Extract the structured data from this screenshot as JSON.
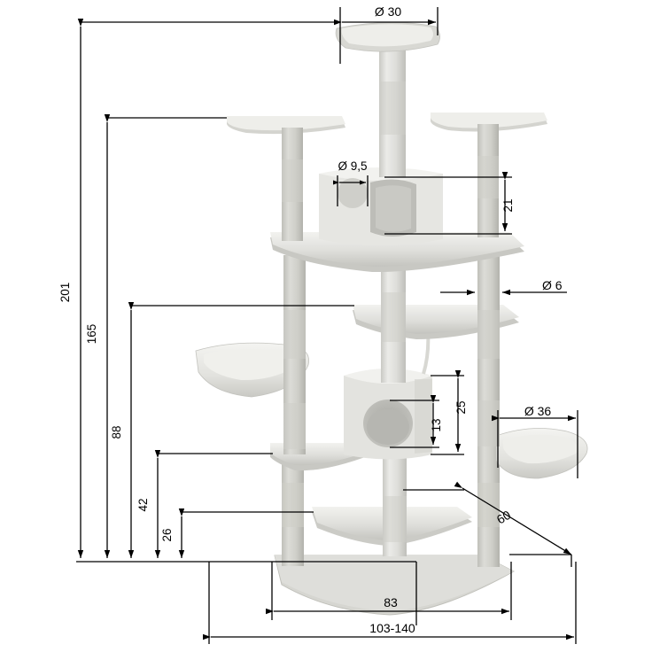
{
  "drawing": {
    "title": "Cat tree technical dimension drawing",
    "units": "cm",
    "product": "cat-tree",
    "line_color": "#000000",
    "fill_light": "#e9e9e6",
    "fill_mid": "#d4d4d0",
    "fill_dark": "#b9b9b4"
  },
  "dimensions": {
    "top_platform_diameter": "Ø 30",
    "cave_hole_upper": "Ø 9,5",
    "post_diameter": "Ø 6",
    "bowl_diameter": "Ø 36",
    "upper_cave_height": "21",
    "lower_cave_height": "25",
    "lower_cave_hole": "13",
    "total_height": "201",
    "height_165": "165",
    "height_88": "88",
    "height_42": "42",
    "height_26": "26",
    "base_depth": "83",
    "base_width_range": "103-140",
    "diagonal_60": "60"
  },
  "labels": [
    {
      "id": "dia-30",
      "text": "Ø 30",
      "kind": "horizontal-diameter"
    },
    {
      "id": "dia-95",
      "text": "Ø 9,5",
      "kind": "horizontal-diameter"
    },
    {
      "id": "dia-6",
      "text": "Ø 6",
      "kind": "horizontal-diameter"
    },
    {
      "id": "dia-36",
      "text": "Ø 36",
      "kind": "horizontal-diameter"
    },
    {
      "id": "h-21",
      "text": "21",
      "kind": "vertical"
    },
    {
      "id": "h-25",
      "text": "25",
      "kind": "vertical"
    },
    {
      "id": "h-13",
      "text": "13",
      "kind": "vertical"
    },
    {
      "id": "h-201",
      "text": "201",
      "kind": "vertical"
    },
    {
      "id": "h-165",
      "text": "165",
      "kind": "vertical"
    },
    {
      "id": "h-88",
      "text": "88",
      "kind": "vertical"
    },
    {
      "id": "h-42",
      "text": "42",
      "kind": "vertical"
    },
    {
      "id": "h-26",
      "text": "26",
      "kind": "vertical"
    },
    {
      "id": "w-83",
      "text": "83",
      "kind": "horizontal"
    },
    {
      "id": "w-103140",
      "text": "103-140",
      "kind": "horizontal"
    },
    {
      "id": "d-60",
      "text": "60",
      "kind": "diagonal"
    }
  ]
}
